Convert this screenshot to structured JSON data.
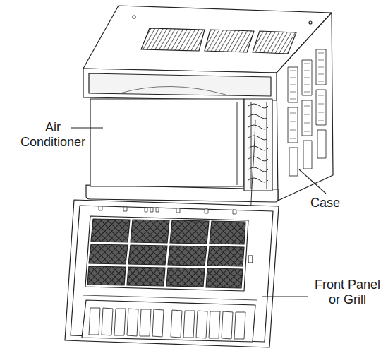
{
  "diagram": {
    "labels": [
      "Air Conditioner",
      "Case",
      "Front Panel or Grill"
    ]
  }
}
